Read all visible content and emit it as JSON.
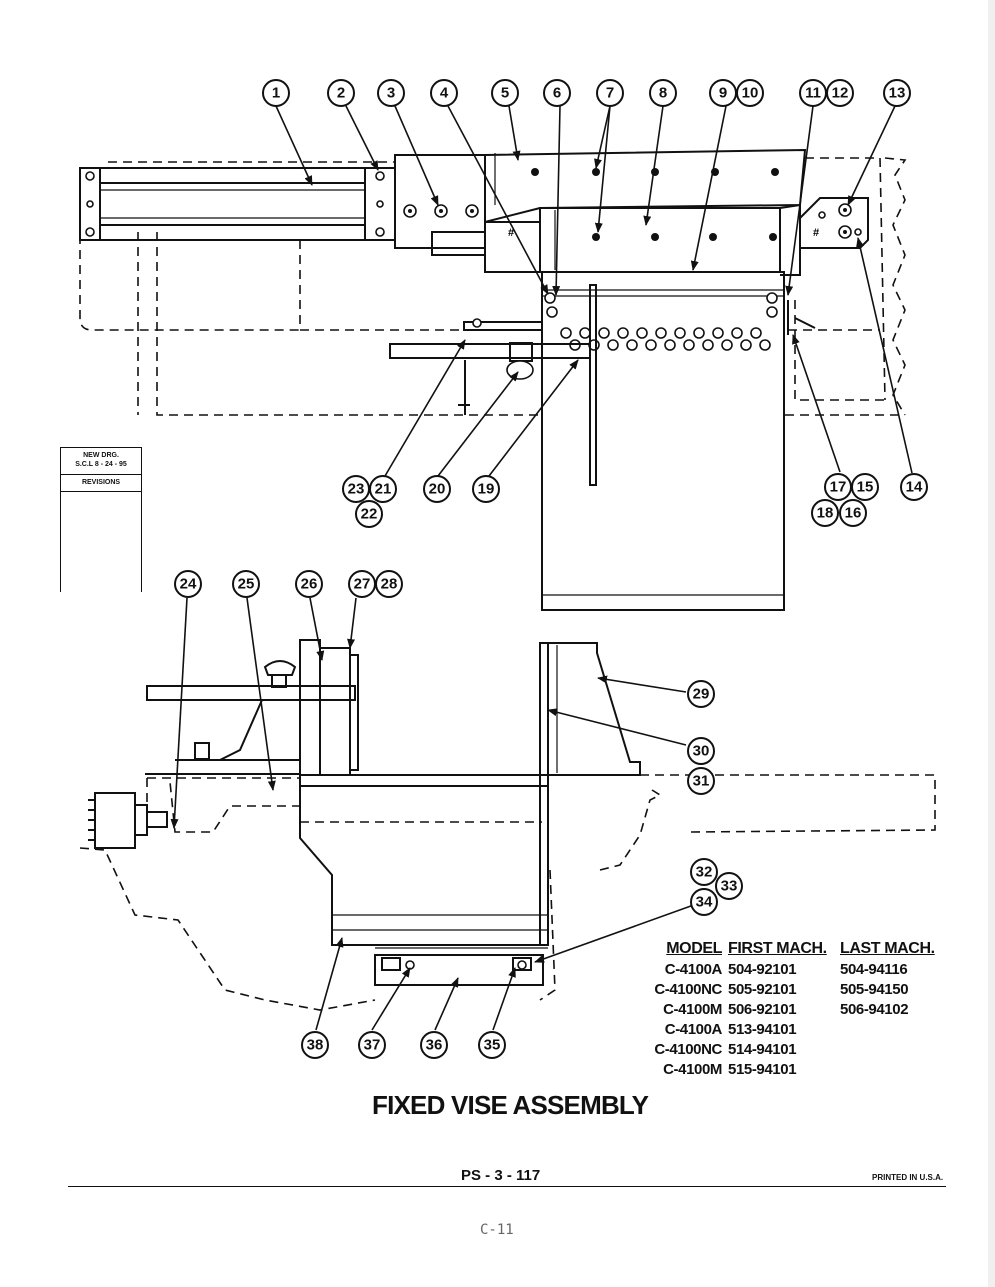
{
  "diagram": {
    "title": "FIXED VISE ASSEMBLY",
    "page_number": "PS - 3 - 117",
    "printed": "PRINTED IN U.S.A.",
    "footer_page": "C-11",
    "revision_block": {
      "line1": "NEW DRG.",
      "line2": "S.C.L 8 - 24 - 95",
      "line3": "REVISIONS"
    },
    "callouts": [
      "1",
      "2",
      "3",
      "4",
      "5",
      "6",
      "7",
      "8",
      "9",
      "10",
      "11",
      "12",
      "13",
      "14",
      "15",
      "16",
      "17",
      "18",
      "19",
      "20",
      "21",
      "22",
      "23",
      "24",
      "25",
      "26",
      "27",
      "28",
      "29",
      "30",
      "31",
      "32",
      "33",
      "34",
      "35",
      "36",
      "37",
      "38"
    ],
    "model_table": {
      "headers": [
        "MODEL",
        "FIRST MACH.",
        "LAST MACH."
      ],
      "rows": [
        [
          "C-4100A",
          "504-92101",
          "504-94116"
        ],
        [
          "C-4100NC",
          "505-92101",
          "505-94150"
        ],
        [
          "C-4100M",
          "506-92101",
          "506-94102"
        ],
        [
          "C-4100A",
          "513-94101",
          ""
        ],
        [
          "C-4100NC",
          "514-94101",
          ""
        ],
        [
          "C-4100M",
          "515-94101",
          ""
        ]
      ]
    }
  }
}
